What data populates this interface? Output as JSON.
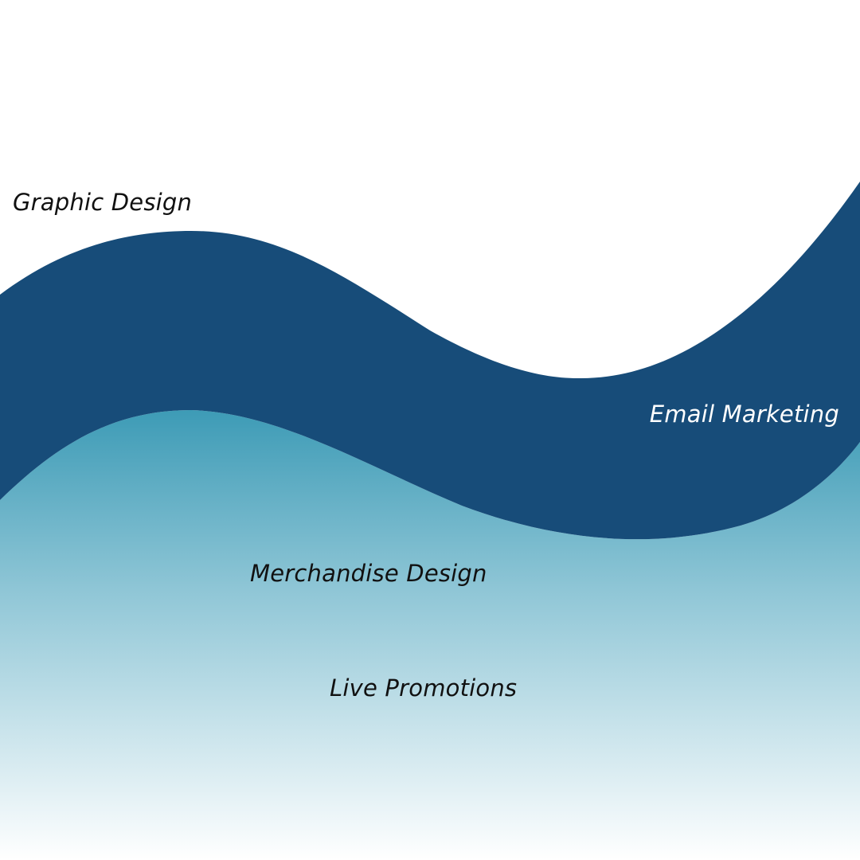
{
  "labels": {
    "graphic_design": "Graphic Design",
    "email_marketing": "Email Marketing",
    "merchandise_design": "Merchandise Design",
    "live_promotions": "Live Promotions"
  },
  "colors": {
    "background": "#ffffff",
    "navy_wave": "#174c79",
    "teal_top": "#3d9bb6",
    "teal_mid": "#8fc6d6",
    "teal_fade": "#ffffff",
    "text_dark": "#111111",
    "text_light": "#ffffff"
  }
}
